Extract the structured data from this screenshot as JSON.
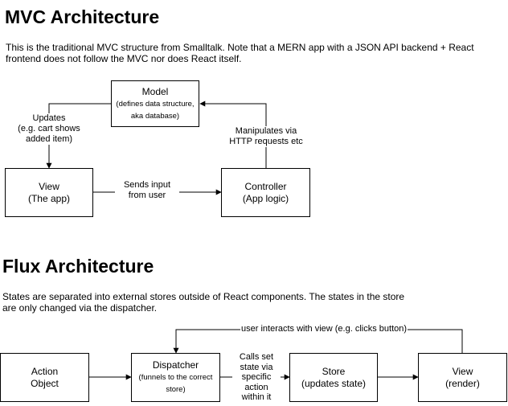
{
  "mvc": {
    "title": "MVC Architecture",
    "description": "This is the traditional MVC structure from Smalltalk. Note that a MERN app with a JSON API backend + React frontend does not follow the MVC nor does React itself.",
    "model": {
      "title": "Model",
      "sub1": "(defines data structure,",
      "sub2": "aka database)"
    },
    "view": {
      "title": "View",
      "sub": "(The app)"
    },
    "controller": {
      "title": "Controller",
      "sub": "(App logic)"
    },
    "edges": {
      "updates": {
        "line1": "Updates",
        "line2": "(e.g. cart shows",
        "line3": "added item)"
      },
      "manipulates": {
        "line1": "Manipulates via",
        "line2": "HTTP requests etc"
      },
      "sends": {
        "line1": "Sends input",
        "line2": "from user"
      }
    }
  },
  "flux": {
    "title": "Flux Architecture",
    "description": "States are separated into external stores outside of React components. The states in the store are only changed via the dispatcher.",
    "action": {
      "line1": "Action",
      "line2": "Object"
    },
    "dispatcher": {
      "title": "Dispatcher",
      "sub1": "(funnels to the correct",
      "sub2": "store)"
    },
    "store": {
      "title": "Store",
      "sub": "(updates state)"
    },
    "view": {
      "title": "View",
      "sub": "(render)"
    },
    "edges": {
      "interacts": "user interacts with view (e.g. clicks button)",
      "calls": {
        "line1": "Calls set",
        "line2": "state via",
        "line3": "specific",
        "line4": "action",
        "line5": "within it"
      }
    }
  }
}
